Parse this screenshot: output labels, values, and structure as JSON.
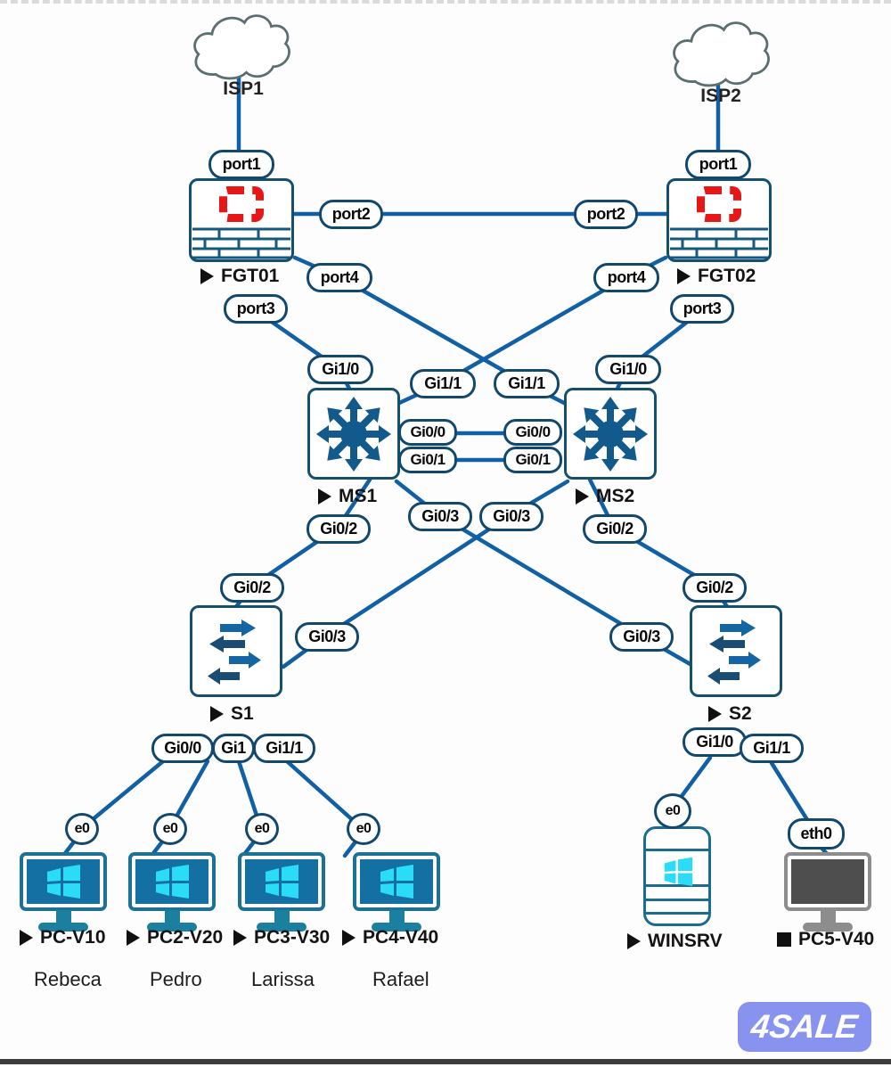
{
  "watermark": {
    "label": "4SALE"
  },
  "colors": {
    "link_blue": "#1160a6",
    "device_outline": "#14506e",
    "forti_red": "#e61717",
    "windows_cyan": "#2bdcf8",
    "monitor_teal": "#1b7294",
    "pc5_gray": "#8d8d8d",
    "watermark_purple": "#8893ef"
  },
  "clouds": {
    "isp1": "ISP1",
    "isp2": "ISP2"
  },
  "firewalls": {
    "fgt01": {
      "name": "FGT01",
      "port1": "port1",
      "port2": "port2",
      "port3": "port3",
      "port4": "port4"
    },
    "fgt02": {
      "name": "FGT02",
      "port1": "port1",
      "port2": "port2",
      "port3": "port3",
      "port4": "port4"
    }
  },
  "core_switches": {
    "ms1": {
      "name": "MS1",
      "gi10": "Gi1/0",
      "gi11": "Gi1/1",
      "gi00": "Gi0/0",
      "gi01": "Gi0/1",
      "gi02": "Gi0/2",
      "gi03": "Gi0/3"
    },
    "ms2": {
      "name": "MS2",
      "gi10": "Gi1/0",
      "gi11": "Gi1/1",
      "gi00": "Gi0/0",
      "gi01": "Gi0/1",
      "gi02": "Gi0/2",
      "gi03": "Gi0/3"
    }
  },
  "access_switches": {
    "s1": {
      "name": "S1",
      "gi02": "Gi0/2",
      "gi03": "Gi0/3",
      "gi00": "Gi0/0",
      "gi1": "Gi1",
      "gi11": "Gi1/1"
    },
    "s2": {
      "name": "S2",
      "gi02": "Gi0/2",
      "gi03": "Gi0/3",
      "gi10": "Gi1/0",
      "gi11": "Gi1/1"
    }
  },
  "endpoints": {
    "pc1": {
      "name": "PC-V10",
      "user": "Rebeca",
      "port": "e0"
    },
    "pc2": {
      "name": "PC2-V20",
      "user": "Pedro",
      "port": "e0"
    },
    "pc3": {
      "name": "PC3-V30",
      "user": "Larissa",
      "port": "e0"
    },
    "pc4": {
      "name": "PC4-V40",
      "user": "Rafael",
      "port": "e0"
    },
    "winsrv": {
      "name": "WINSRV",
      "port": "e0"
    },
    "pc5": {
      "name": "PC5-V40",
      "port": "eth0"
    }
  }
}
